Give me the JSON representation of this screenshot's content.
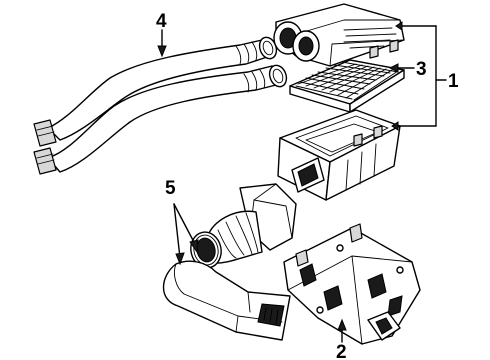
{
  "callouts": {
    "c1": "1",
    "c2": "2",
    "c3": "3",
    "c4": "4",
    "c5": "5"
  },
  "colors": {
    "ink": "#000000",
    "paper": "#ffffff",
    "shade": "#d8d8d8"
  }
}
